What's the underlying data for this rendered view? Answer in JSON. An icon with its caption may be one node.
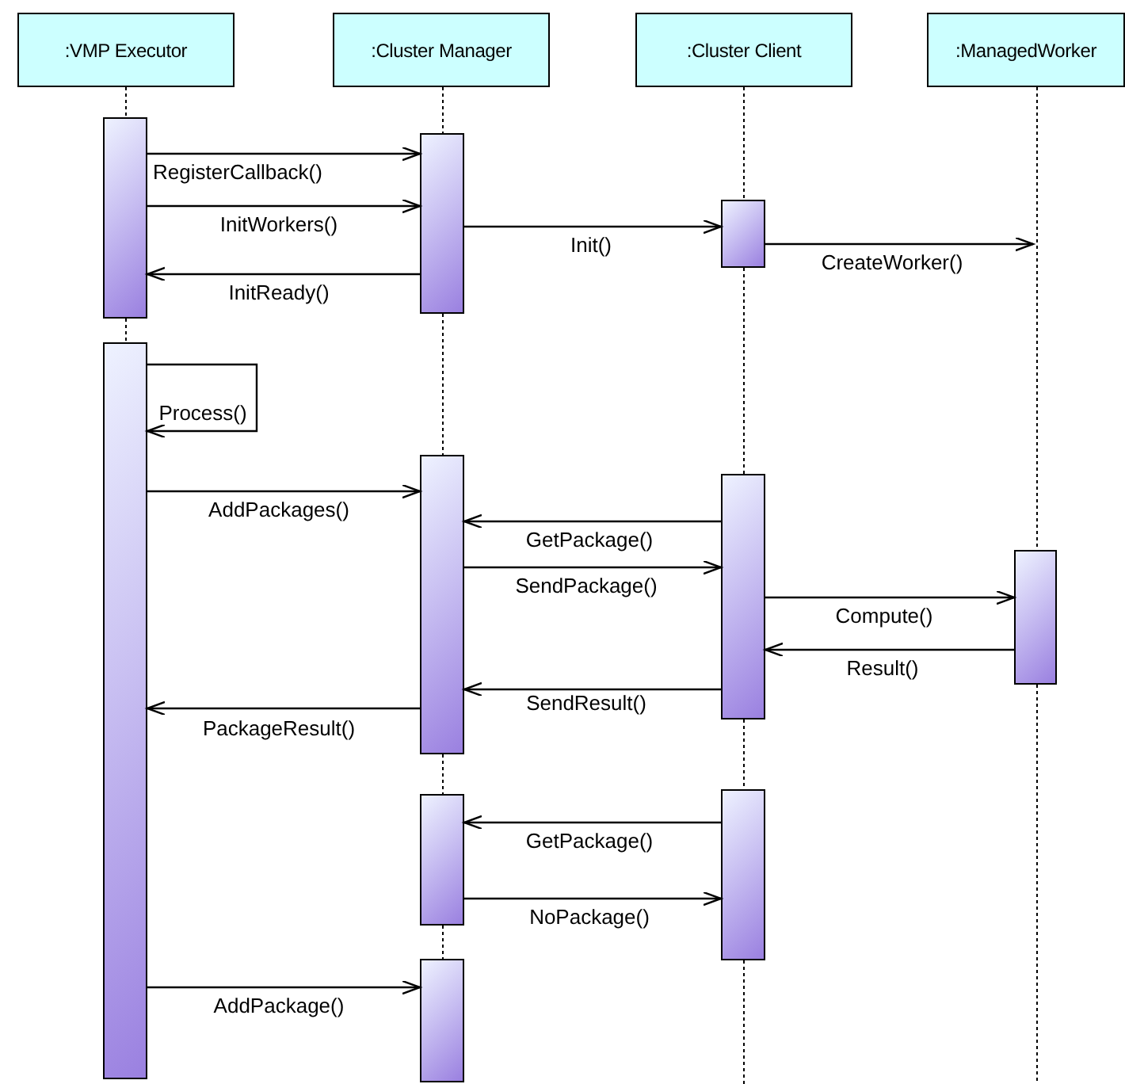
{
  "diagram": {
    "nodes": [
      {
        "text": [
          ":VMP Executor"
        ]
      },
      {
        "text": [
          ":Cluster Manager"
        ]
      },
      {
        "text": [
          ":Cluster Client"
        ]
      },
      {
        "text": [
          ":ManagedWorker"
        ]
      },
      {
        "text": [],
        "shape": "bar"
      },
      {
        "text": [],
        "shape": "bar"
      },
      {
        "text": [],
        "shape": "bar"
      },
      {
        "text": [],
        "shape": "bar"
      },
      {
        "text": [],
        "shape": "bar"
      },
      {
        "text": [],
        "shape": "bar"
      },
      {
        "text": [],
        "shape": "bar"
      },
      {
        "text": [],
        "shape": "bar"
      },
      {
        "text": [],
        "shape": "bar"
      },
      {
        "text": [],
        "shape": "bar"
      }
    ],
    "edges": [
      {
        "from": 4,
        "to": 5,
        "arrow": "to",
        "label": "RegisterCallback()"
      },
      {
        "from": 4,
        "to": 5,
        "arrow": "to",
        "label": "InitWorkers()"
      },
      {
        "from": 5,
        "to": 6,
        "arrow": "to",
        "label": "Init()"
      },
      {
        "from": 6,
        "to": null,
        "arrow": "to",
        "label": "CreateWorker()"
      },
      {
        "from": 5,
        "to": 4,
        "arrow": "to",
        "label": "InitReady()"
      },
      {
        "from": 7,
        "to": 7,
        "arrow": "to",
        "label": "Process()"
      },
      {
        "from": 7,
        "to": 8,
        "arrow": "to",
        "label": "AddPackages()"
      },
      {
        "from": 9,
        "to": 8,
        "arrow": "to",
        "label": "GetPackage()"
      },
      {
        "from": 8,
        "to": 9,
        "arrow": "to",
        "label": "SendPackage()"
      },
      {
        "from": 9,
        "to": 10,
        "arrow": "to",
        "label": "Compute()"
      },
      {
        "from": 10,
        "to": 9,
        "arrow": "to",
        "label": "Result()"
      },
      {
        "from": 9,
        "to": 8,
        "arrow": "to",
        "label": "SendResult()"
      },
      {
        "from": 8,
        "to": 7,
        "arrow": "to",
        "label": "PackageResult()"
      },
      {
        "from": 11,
        "to": 12,
        "arrow": "to",
        "label": "GetPackage()"
      },
      {
        "from": 12,
        "to": 11,
        "arrow": "to",
        "label": "NoPackage()"
      },
      {
        "from": 7,
        "to": 13,
        "arrow": "to",
        "label": "AddPackage()"
      },
      {
        "from": 0,
        "to": 4,
        "arrow": "none",
        "style": "dashed"
      },
      {
        "from": 4,
        "to": 7,
        "arrow": "none",
        "style": "dashed"
      },
      {
        "from": 1,
        "to": 5,
        "arrow": "none",
        "style": "dashed"
      },
      {
        "from": 5,
        "to": 8,
        "arrow": "none",
        "style": "dashed"
      },
      {
        "from": 8,
        "to": 12,
        "arrow": "none",
        "style": "dashed"
      },
      {
        "from": 12,
        "to": 13,
        "arrow": "none",
        "style": "dashed"
      },
      {
        "from": 2,
        "to": 6,
        "arrow": "none",
        "style": "dashed"
      },
      {
        "from": 6,
        "to": 9,
        "arrow": "none",
        "style": "dashed"
      },
      {
        "from": 9,
        "to": 11,
        "arrow": "none",
        "style": "dashed"
      },
      {
        "from": 11,
        "to": null,
        "arrow": "none",
        "style": "dashed"
      },
      {
        "from": 3,
        "to": 10,
        "arrow": "none",
        "style": "dashed"
      },
      {
        "from": 10,
        "to": null,
        "arrow": "none",
        "style": "dashed"
      }
    ]
  }
}
